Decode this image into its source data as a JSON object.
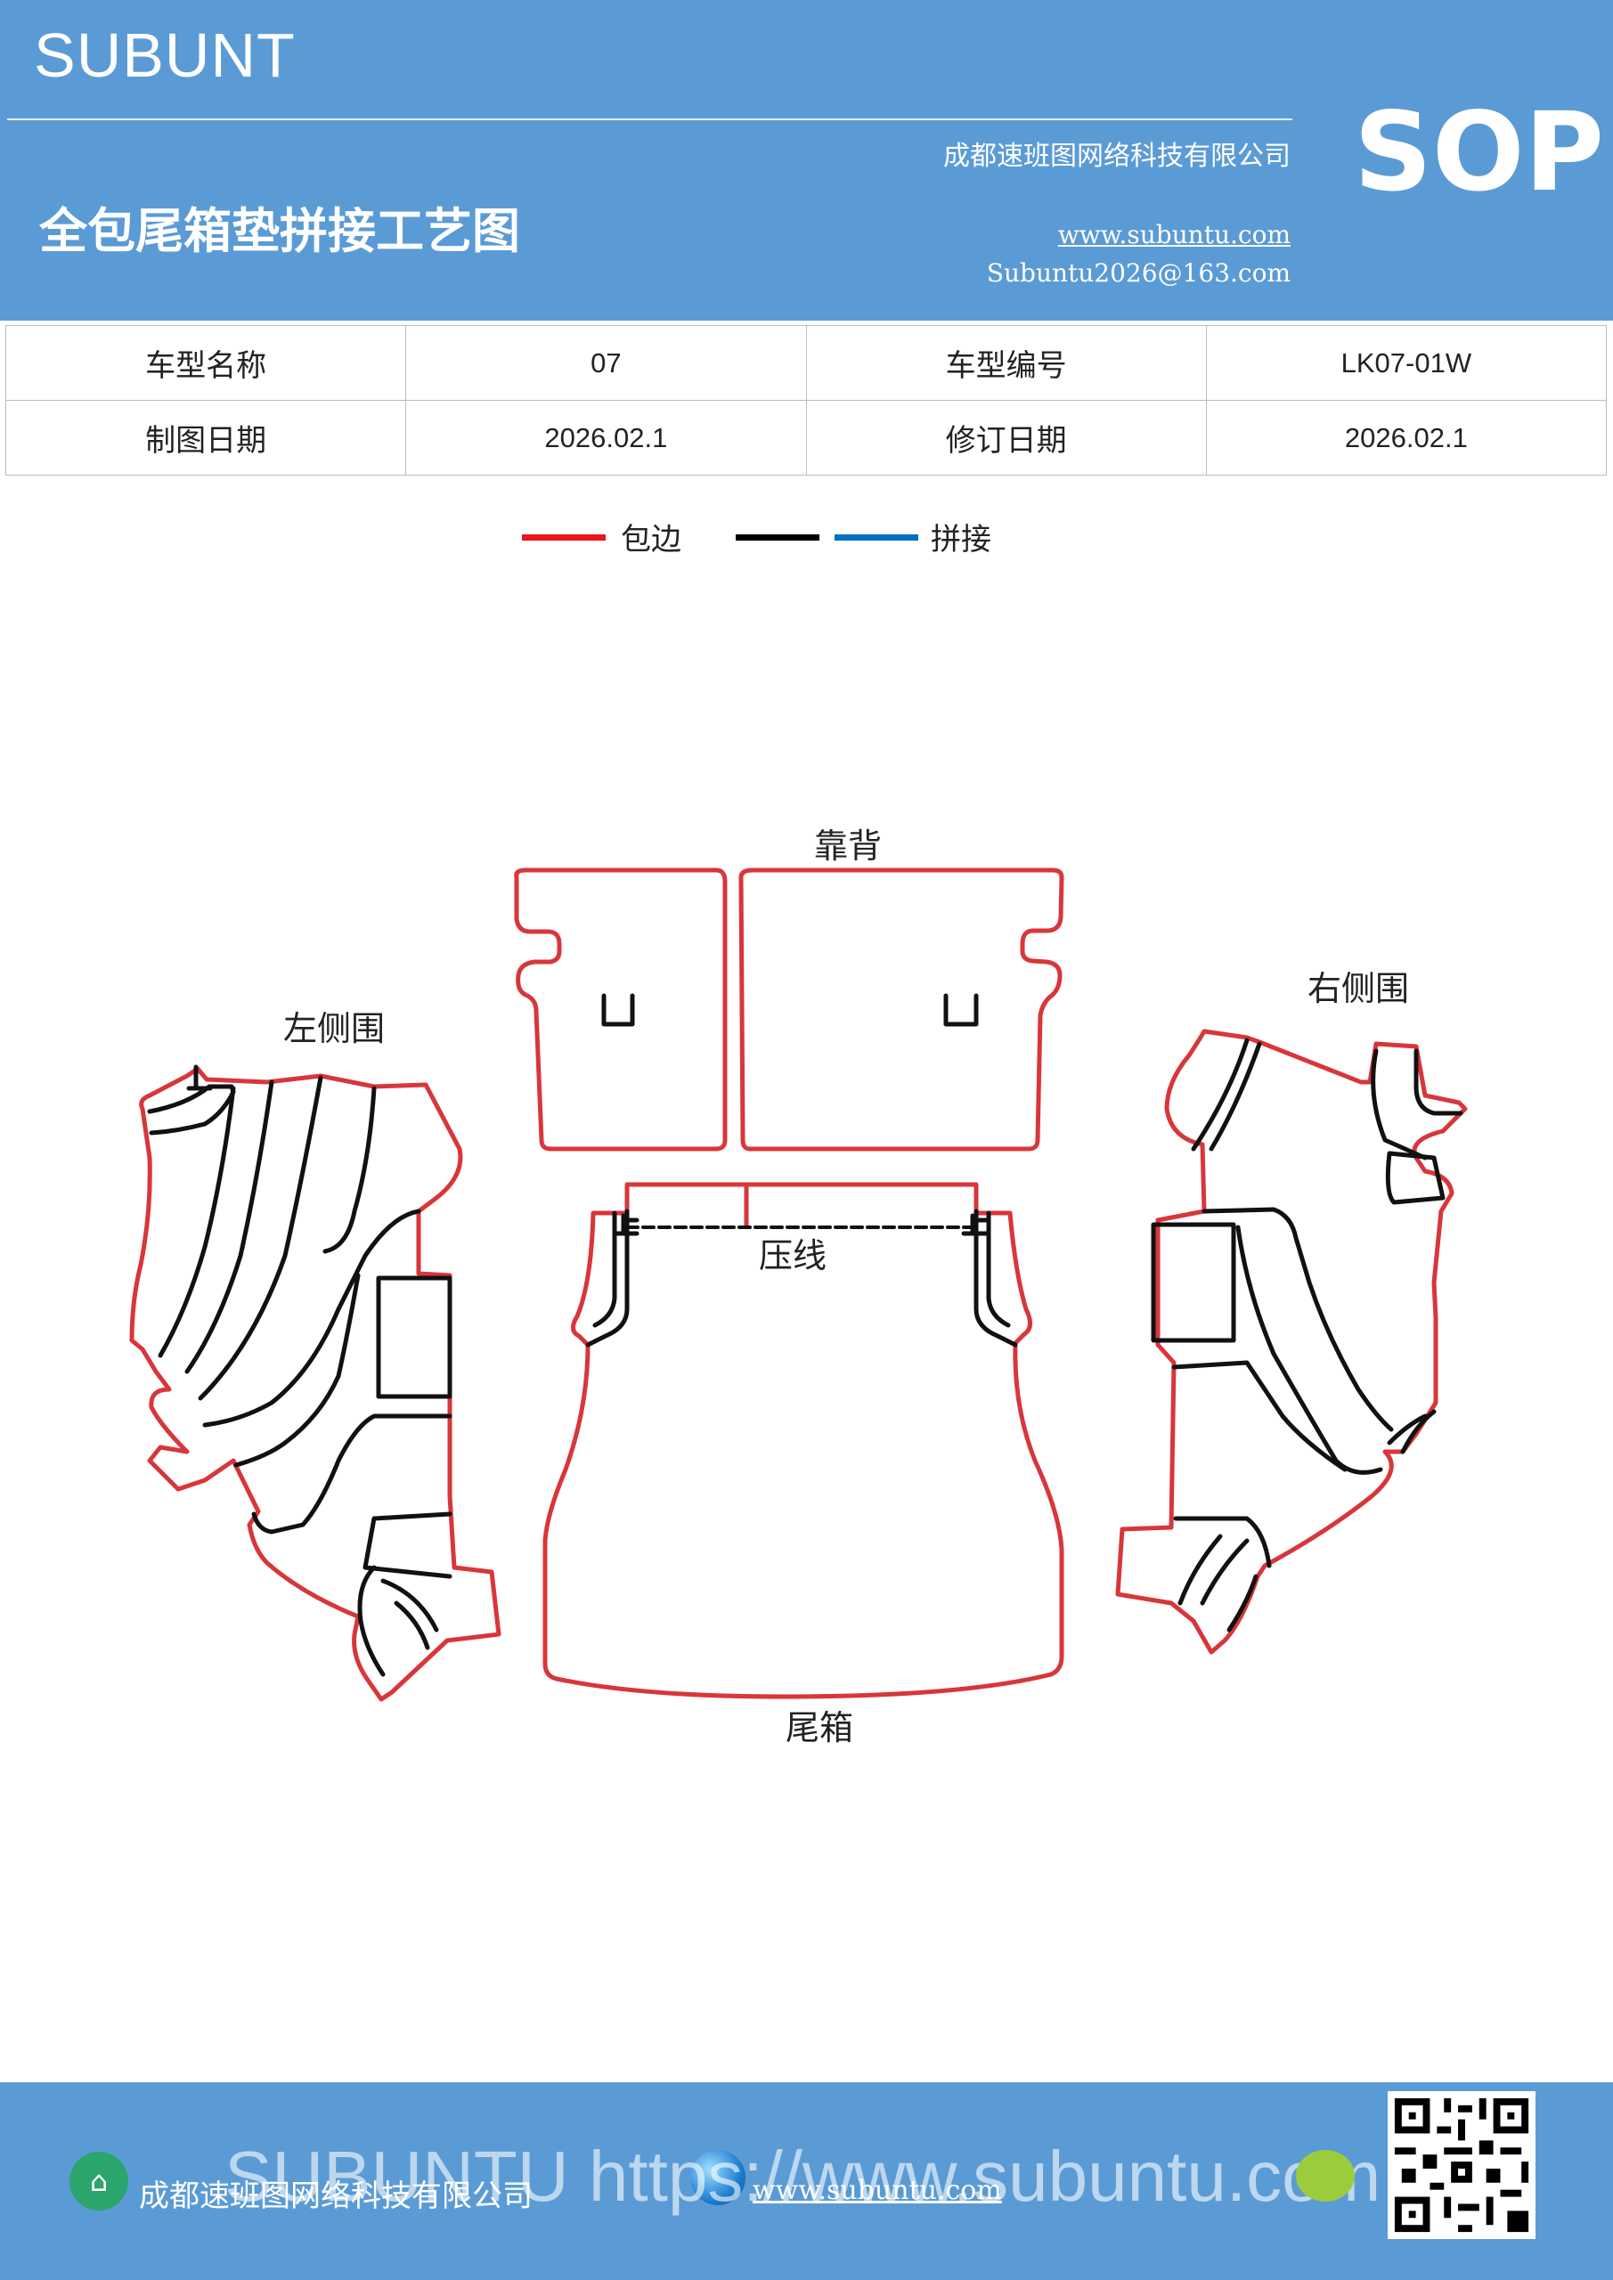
{
  "header": {
    "brand": "SUBUNT",
    "title": "全包尾箱垫拼接工艺图",
    "company": "成都速班图网络科技有限公司",
    "website": "www.subuntu.com",
    "email": "Subuntu2026@163.com",
    "sop": "SOP"
  },
  "info": {
    "rows": [
      {
        "label1": "车型名称",
        "value1": "07",
        "label2": "车型编号",
        "value2": "LK07-01W"
      },
      {
        "label1": "制图日期",
        "value1": "2026.02.1",
        "label2": "修订日期",
        "value2": "2026.02.1"
      }
    ]
  },
  "legend": {
    "items": [
      {
        "label": "包边",
        "color": "#e8141b"
      },
      {
        "label": "拼接",
        "color": "#000000",
        "color2": "#0070c0"
      }
    ]
  },
  "diagram": {
    "labels": {
      "back": "靠背",
      "left": "左侧围",
      "right": "右侧围",
      "press": "压线",
      "trunk": "尾箱"
    },
    "colors": {
      "edge": "#d8363a",
      "seam": "#111111"
    }
  },
  "footer": {
    "company": "成都速班图网络科技有限公司",
    "website": "www.subuntu.com",
    "watermark": "SUBUNTU https://www.subuntu.com"
  }
}
